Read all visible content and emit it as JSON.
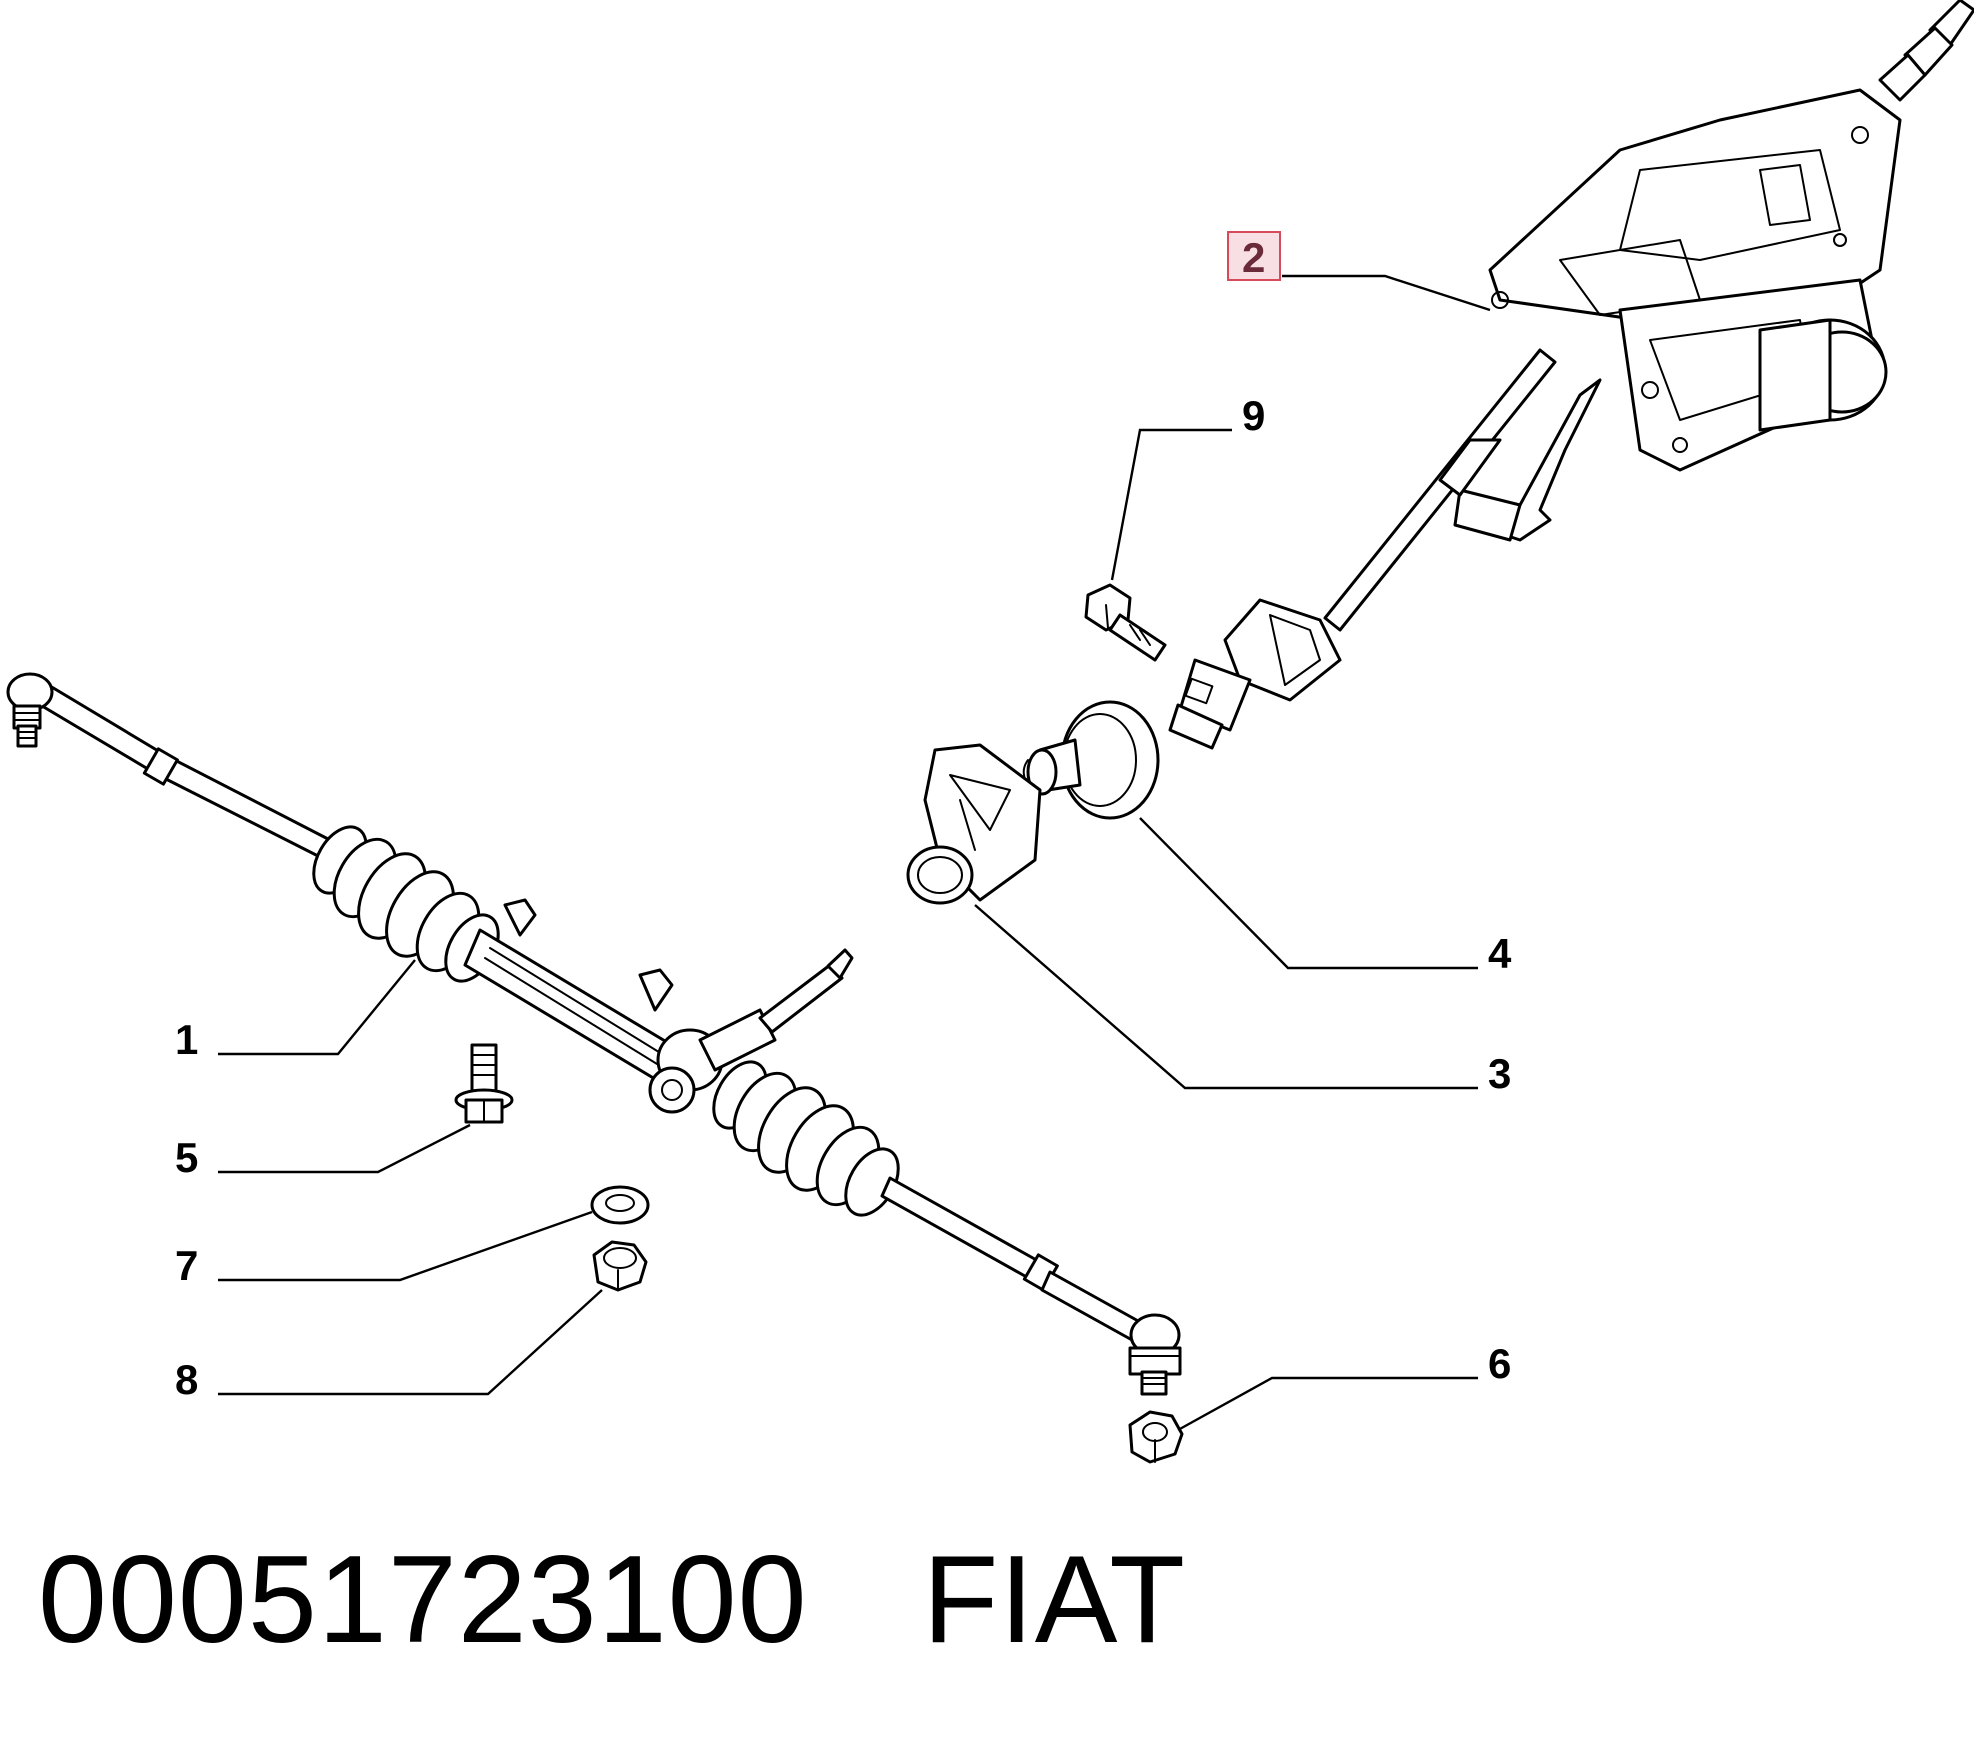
{
  "highlight_color": "#f7dfe3",
  "highlight_border": "#d64a5a",
  "callouts": {
    "c1": "1",
    "c2": "2",
    "c3": "3",
    "c4": "4",
    "c5": "5",
    "c6": "6",
    "c7": "7",
    "c8": "8",
    "c9": "9"
  },
  "caption": {
    "part_number": "00051723100",
    "brand": "FIAT"
  }
}
